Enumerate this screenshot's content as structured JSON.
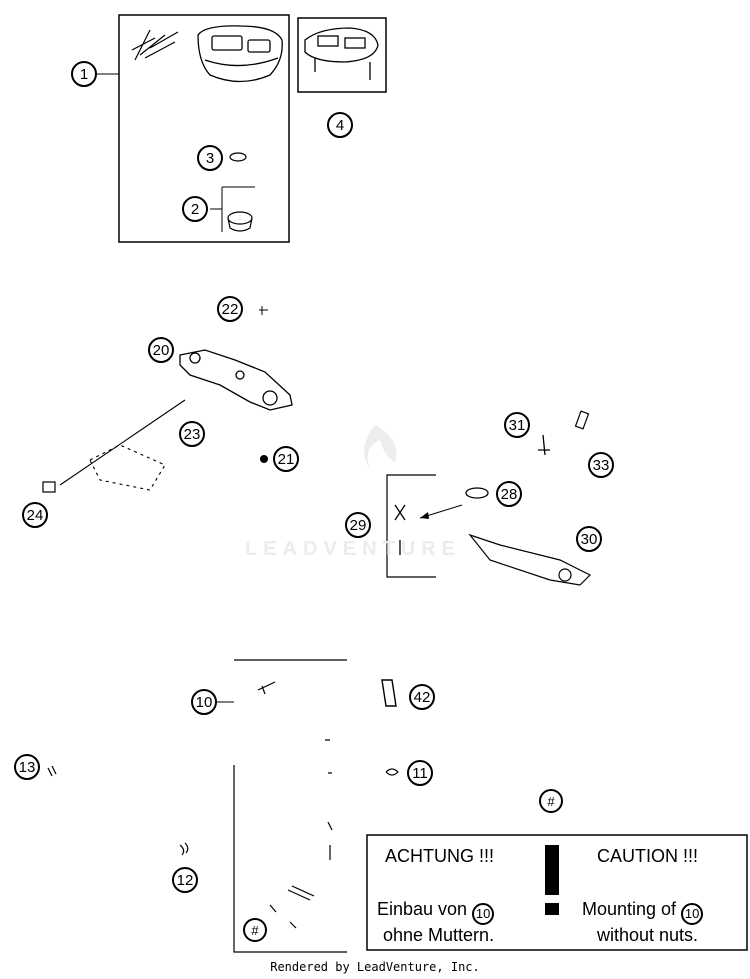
{
  "callouts": {
    "c1": "1",
    "c2": "2",
    "c3": "3",
    "c4": "4",
    "c10": "10",
    "c11": "11",
    "c12": "12",
    "c13": "13",
    "c20": "20",
    "c21": "21",
    "c22": "22",
    "c23": "23",
    "c24": "24",
    "c28": "28",
    "c29": "29",
    "c30": "30",
    "c31": "31",
    "c33": "33",
    "c42": "42",
    "hash_top": "#",
    "hash_bottom": "#"
  },
  "watermark": "LEADVENTURE",
  "notice": {
    "de_title": "ACHTUNG !!!",
    "de_line1": "Einbau von",
    "de_line2": "ohne Muttern.",
    "en_title": "CAUTION !!!",
    "en_line1": "Mounting of",
    "en_line2": "without nuts.",
    "ref": "10",
    "ref2": "10",
    "exclamation": "!"
  },
  "footer": "Rendered by LeadVenture, Inc."
}
